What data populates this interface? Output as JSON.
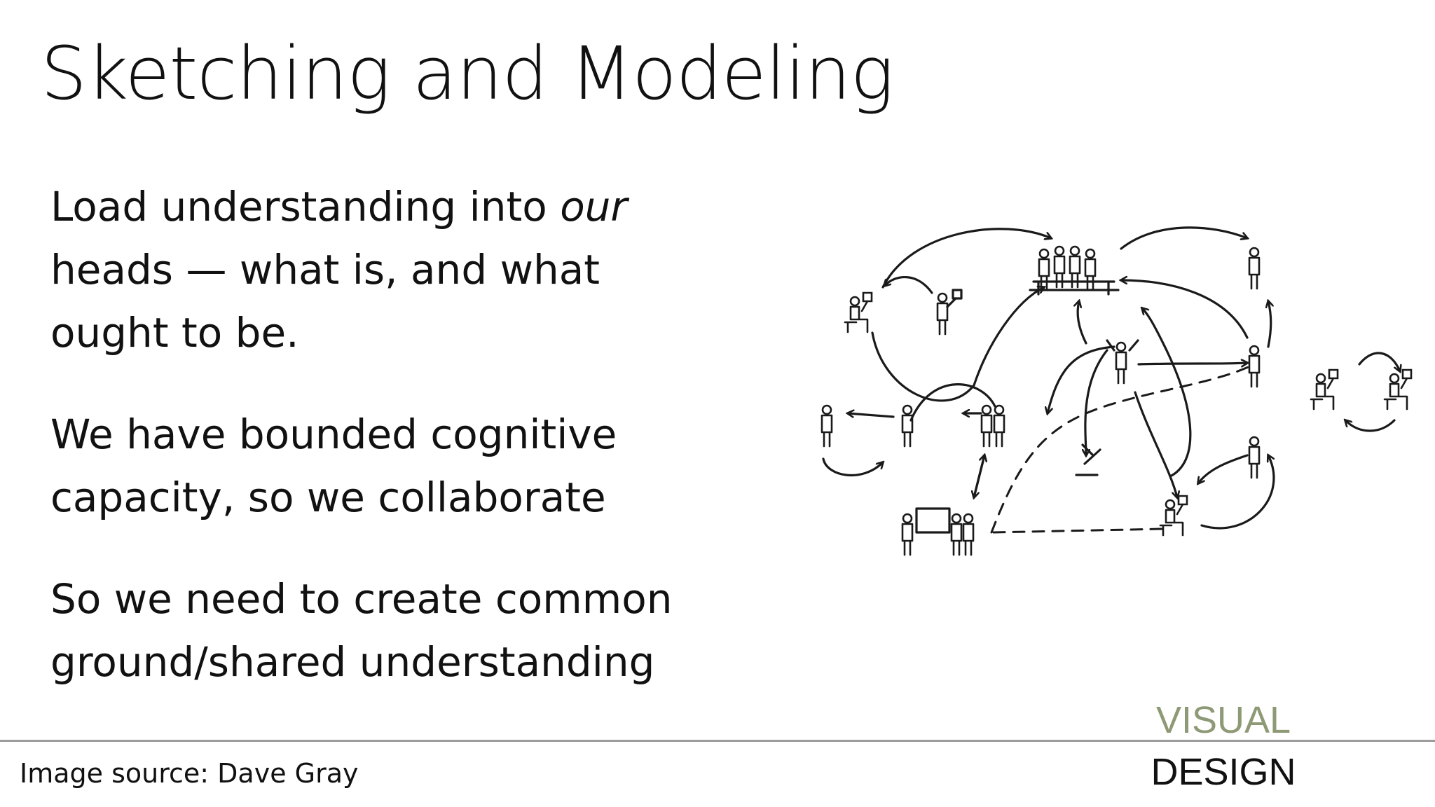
{
  "slide": {
    "title": "Sketching and Modeling",
    "paragraphs": [
      {
        "line1_before": "Load understanding into ",
        "line1_emphasis": "our",
        "line2": "heads — what is, and what",
        "line3": "ought to be."
      },
      {
        "line1": "We have bounded cognitive",
        "line2": "capacity, so we collaborate"
      },
      {
        "line1": "So we need to create common",
        "line2": "ground/shared understanding"
      }
    ],
    "image_source": "Image source: Dave Gray",
    "brand": {
      "line1": "VISUAL",
      "line2": "DESIGN",
      "accent_color": "#8e9975"
    }
  }
}
